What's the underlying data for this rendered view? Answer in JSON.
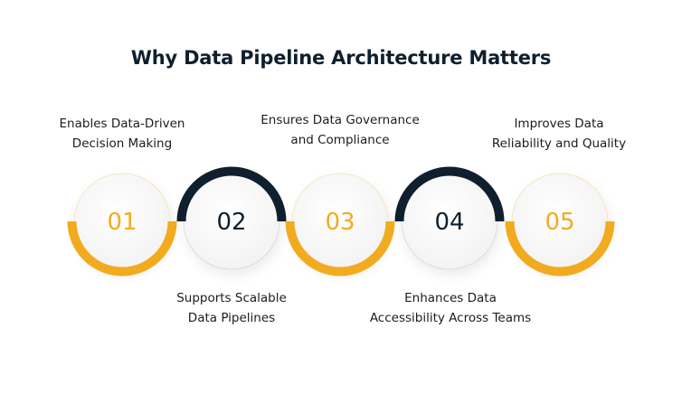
{
  "title": "Why Data Pipeline Architecture Matters",
  "colors": {
    "accent_yellow": "#F2AB1F",
    "dark_navy": "#0F1F2E",
    "text": "#1C1C1C",
    "circle_fill": "#F7F7F7"
  },
  "steps": [
    {
      "number": "01",
      "line1": "Enables Data-Driven",
      "line2": "Decision Making",
      "position": "top",
      "arc": "bottom",
      "arc_color": "#F2AB1F"
    },
    {
      "number": "02",
      "line1": "Supports Scalable",
      "line2": "Data Pipelines",
      "position": "bottom",
      "arc": "top",
      "arc_color": "#0F1F2E"
    },
    {
      "number": "03",
      "line1": "Ensures Data Governance",
      "line2": "and Compliance",
      "position": "top",
      "arc": "bottom",
      "arc_color": "#F2AB1F"
    },
    {
      "number": "04",
      "line1": "Enhances Data",
      "line2": "Accessibility Across Teams",
      "position": "bottom",
      "arc": "top",
      "arc_color": "#0F1F2E"
    },
    {
      "number": "05",
      "line1": "Improves Data",
      "line2": "Reliability and Quality",
      "position": "top",
      "arc": "bottom",
      "arc_color": "#F2AB1F"
    }
  ]
}
